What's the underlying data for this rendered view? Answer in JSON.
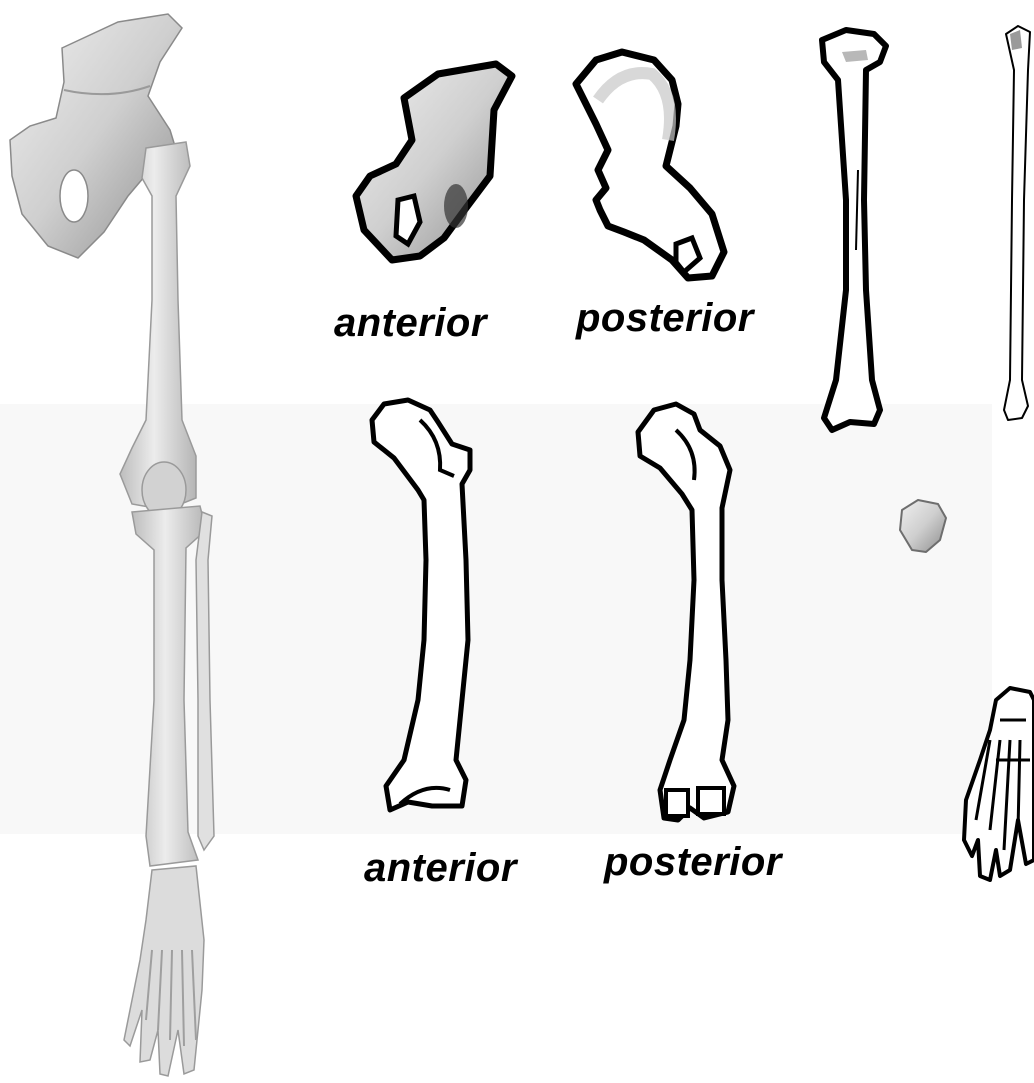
{
  "colors": {
    "bone_fill": "#e2e2e2",
    "bone_shade": "#a8a8a8",
    "outline": "#000000",
    "band": "#f8f8f8"
  },
  "labels": {
    "hip_anterior": "anterior",
    "hip_posterior": "posterior",
    "femur_anterior": "anterior",
    "femur_posterior": "posterior"
  }
}
